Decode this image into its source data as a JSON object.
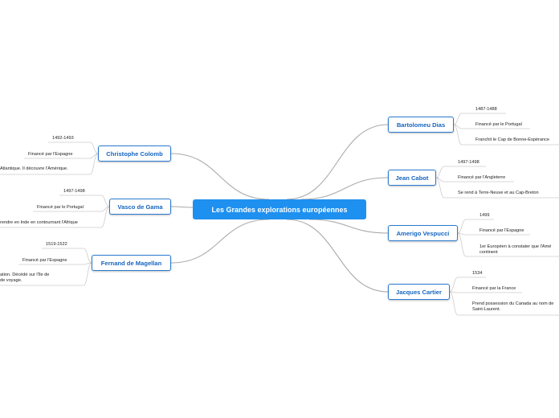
{
  "central": {
    "label": "Les Grandes explorations européennes"
  },
  "explorers": [
    {
      "name": "Christophe Colomb",
      "dates": "1492-1493",
      "finance": "Financé par l'Espagne",
      "fact_lines": [
        "Atlantique. Il découvre l'Amérique."
      ]
    },
    {
      "name": "Vasco de Gama",
      "dates": "1497-1498",
      "finance": "Financé par le Portugal",
      "fact_lines": [
        "rendre en Inde en contournant l'Afrique"
      ]
    },
    {
      "name": "Fernand de Magellan",
      "dates": "1519-1522",
      "finance": "Financé par l'Espagne",
      "fact_lines": [
        "ation. Décédé sur l'île de",
        "de voyage."
      ]
    },
    {
      "name": "Bartolomeu Dias",
      "dates": "1487-1488",
      "finance": "Financé par le Portugal",
      "fact_lines": [
        "Franchit le Cap de Bonne-Espérance"
      ]
    },
    {
      "name": "Jean Cabot",
      "dates": "1497-1498",
      "finance": "Financé par l'Angleterre",
      "fact_lines": [
        "Se rend à Terre-Neuve et au Cap-Breton"
      ]
    },
    {
      "name": "Amerigo Vespucci",
      "dates": "1499",
      "finance": "Financé par l'Espagne",
      "fact_lines": [
        "1er Européen à constater que l'Amé",
        "continent"
      ]
    },
    {
      "name": "Jacques Cartier",
      "dates": "1534",
      "finance": "Financé par la France",
      "fact_lines": [
        "Prend possession du Canada au nom de",
        "Saint-Laurent."
      ]
    }
  ],
  "colors": {
    "central_fill": "#1e90f0",
    "node_border": "#2b7bd0",
    "node_text": "#1565c0",
    "main_link": "#aaaaaa",
    "leaf_link": "#cccccc"
  }
}
